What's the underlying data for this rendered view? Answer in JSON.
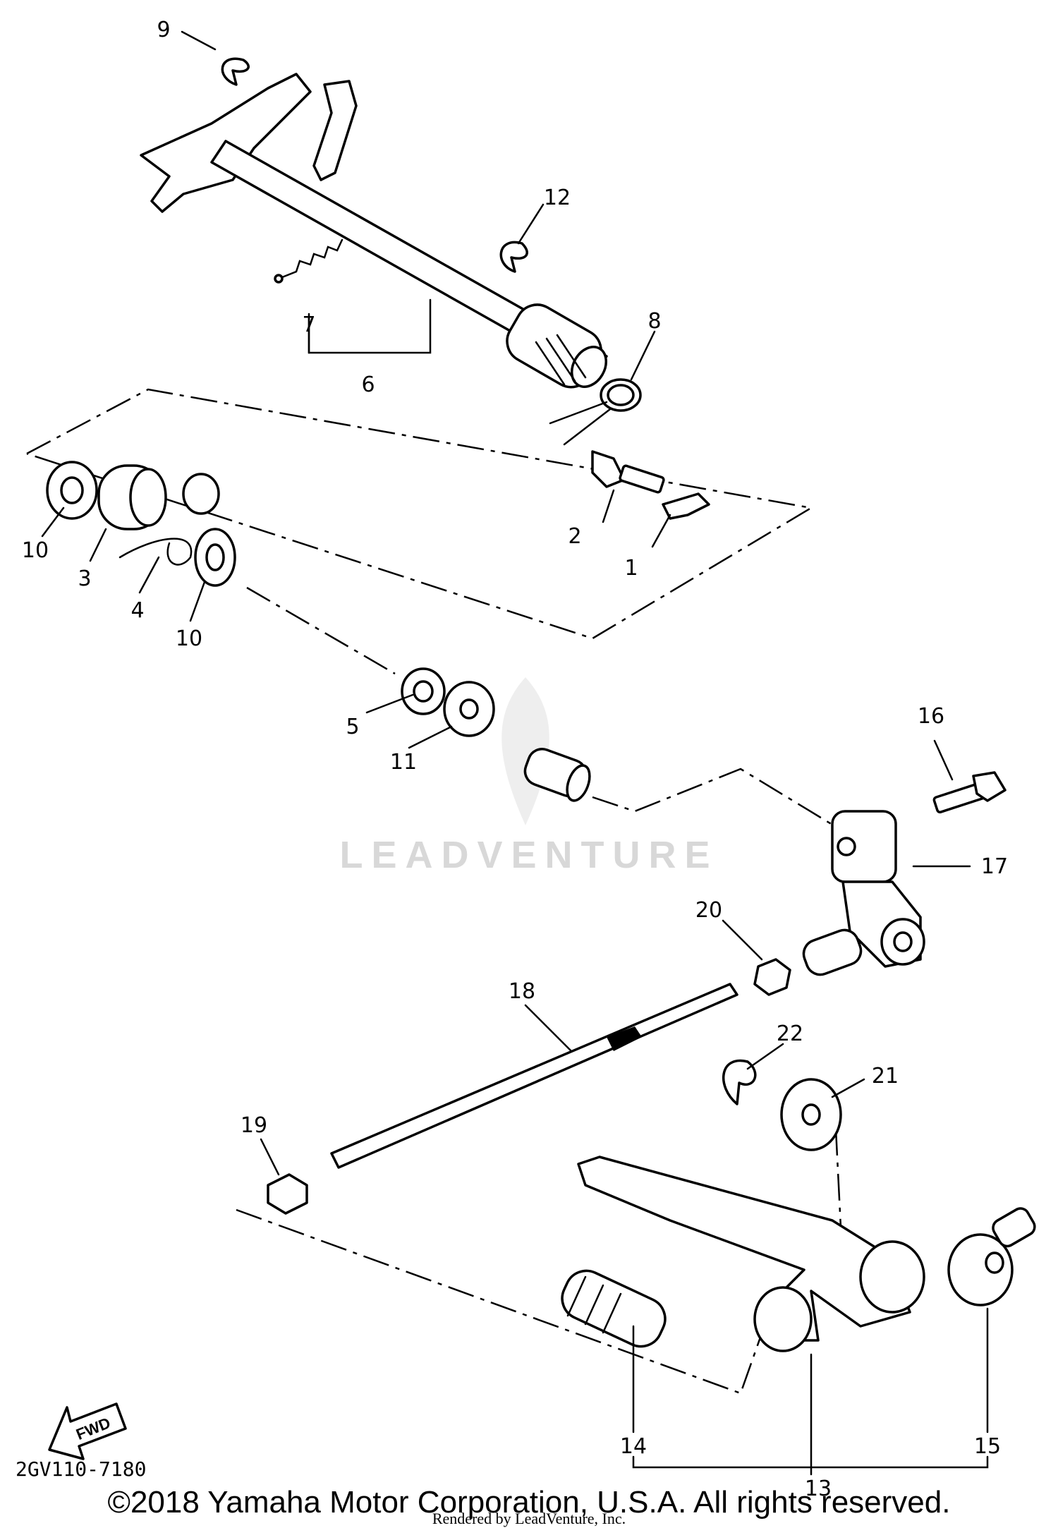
{
  "callouts": {
    "c1": "1",
    "c2": "2",
    "c3": "3",
    "c4": "4",
    "c5": "5",
    "c6": "6",
    "c7": "7",
    "c8": "8",
    "c9": "9",
    "c10a": "10",
    "c10b": "10",
    "c11": "11",
    "c12": "12",
    "c13": "13",
    "c14": "14",
    "c15": "15",
    "c16": "16",
    "c17": "17",
    "c18": "18",
    "c19": "19",
    "c20": "20",
    "c21": "21",
    "c22": "22"
  },
  "fwd_label": "FWD",
  "diagram_code": "2GV110-7180",
  "watermark": "LEADVENTURE",
  "copyright": "©2018 Yamaha Motor Corporation, U.S.A. All rights reserved.",
  "rendered_by": "Rendered by LeadVenture, Inc."
}
